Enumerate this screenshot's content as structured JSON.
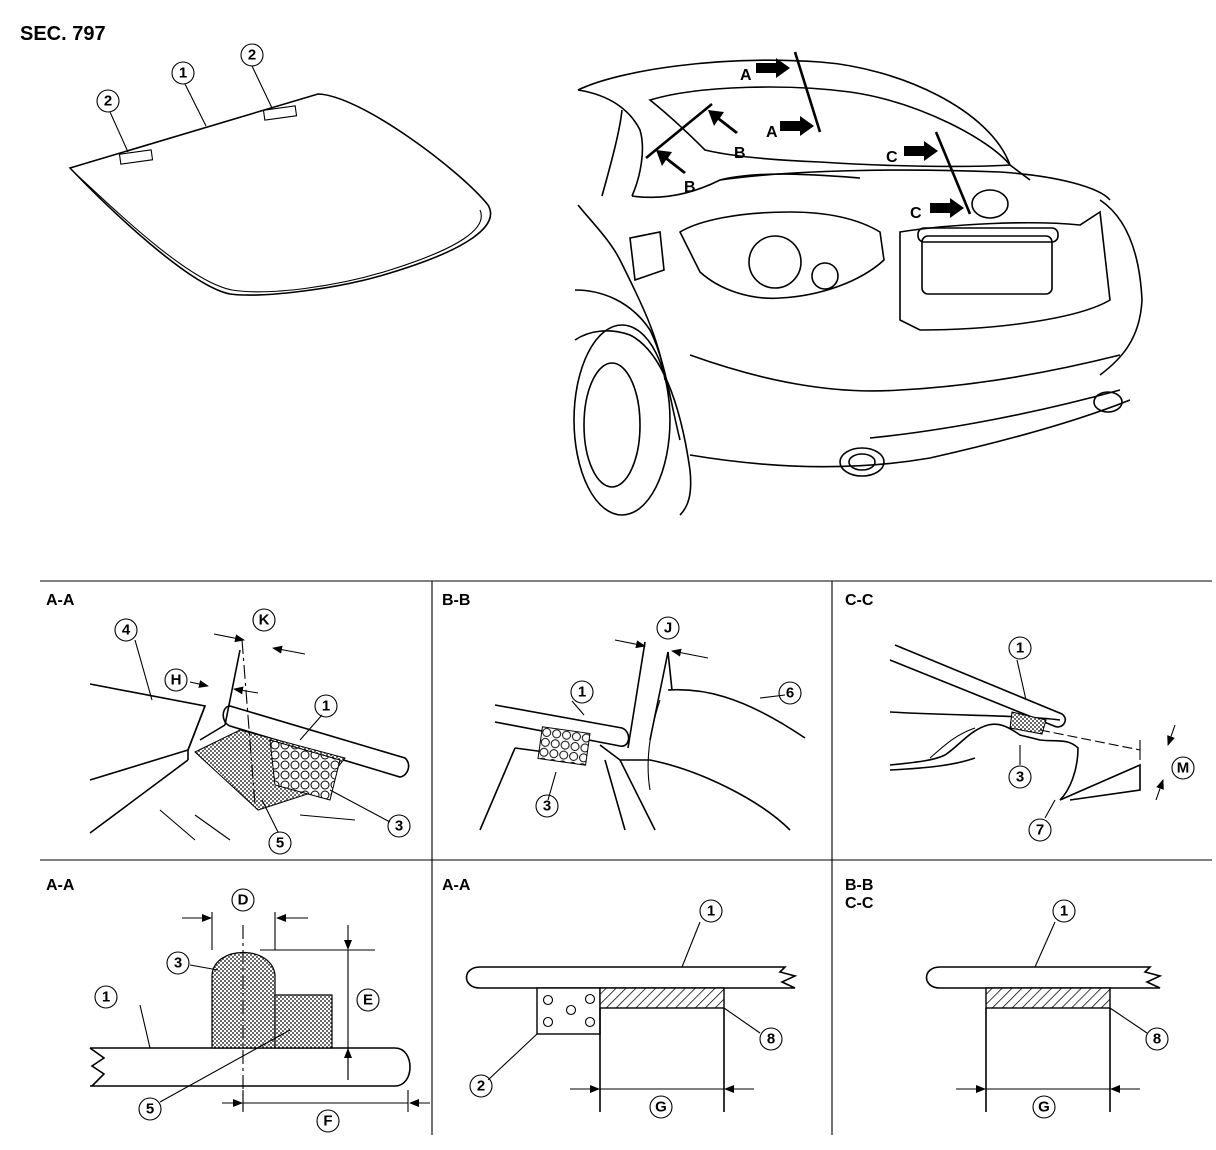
{
  "section_label": "SEC. 797",
  "callouts": {
    "c1": "1",
    "c2": "2",
    "c3": "3",
    "c4": "4",
    "c5": "5",
    "c6": "6",
    "c7": "7",
    "c8": "8",
    "cD": "D",
    "cE": "E",
    "cF": "F",
    "cG": "G",
    "cH": "H",
    "cJ": "J",
    "cK": "K",
    "cM": "M"
  },
  "view_markers": {
    "A": "A",
    "B": "B",
    "C": "C"
  },
  "panels": {
    "p1": "A-A",
    "p2": "B-B",
    "p3": "C-C",
    "p4": "A-A",
    "p5": "A-A",
    "p6_line1": "B-B",
    "p6_line2": "C-C"
  }
}
